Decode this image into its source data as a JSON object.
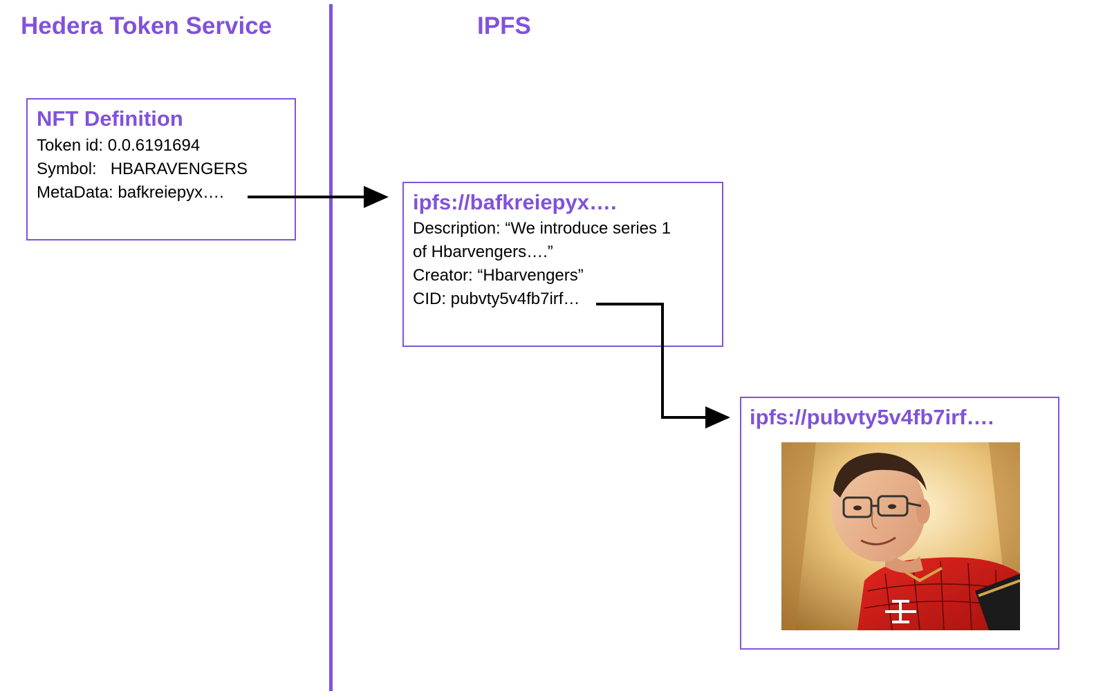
{
  "headings": {
    "left": "Hedera Token Service",
    "right": "IPFS"
  },
  "nft_definition": {
    "title": "NFT Definition",
    "lines": [
      "Token id: 0.0.6191694",
      "Symbol:   HBARAVENGERS",
      "MetaData: bafkreiepyx…."
    ]
  },
  "metadata_file": {
    "title": "ipfs://bafkreiepyx….",
    "lines": [
      "Description: “We introduce series 1",
      "of Hbarvengers….”",
      "Creator: “Hbarvengers”",
      "CID: pubvty5v4fb7irf…"
    ]
  },
  "image_file": {
    "title": "ipfs://pubvty5v4fb7irf….",
    "image": "illustrated-portrait-man-glasses-spider-suit"
  },
  "colors": {
    "accent": "#8152db",
    "text": "#000000",
    "arrow": "#000000"
  }
}
